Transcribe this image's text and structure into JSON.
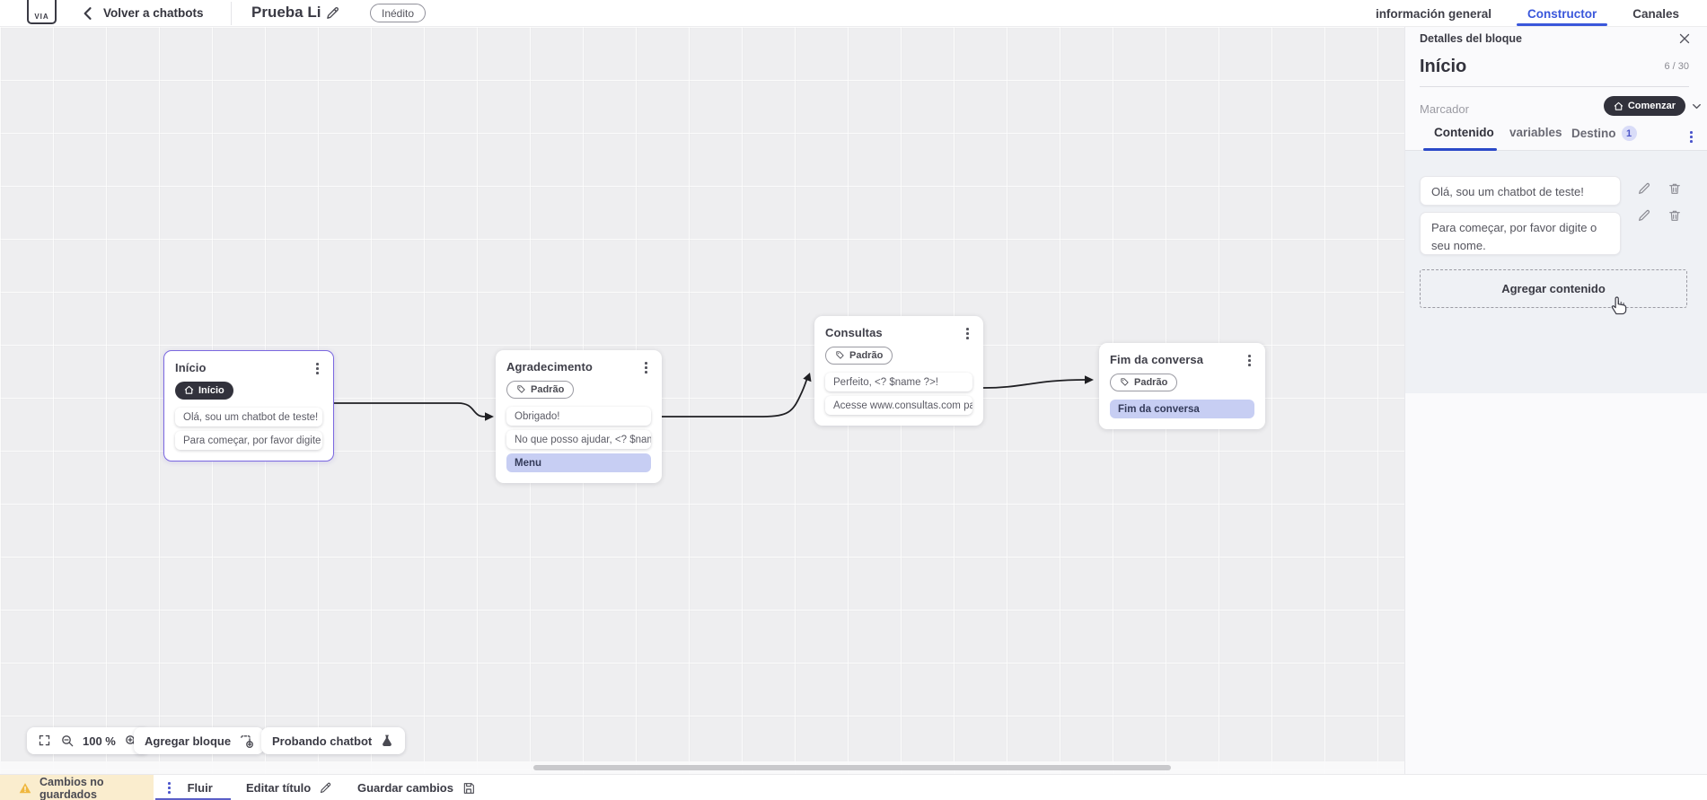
{
  "topbar": {
    "back_label": "Volver a chatbots",
    "bot_title": "Prueba Li",
    "status_badge": "Inédito",
    "tabs": [
      {
        "label": "información general",
        "active": false
      },
      {
        "label": "Constructor",
        "active": true
      },
      {
        "label": "Canales",
        "active": false
      }
    ]
  },
  "panel": {
    "header_title": "Detalles del bloque",
    "block_name": "Início",
    "name_counter": "6 / 30",
    "marker_label": "Marcador",
    "marker_value": "Comenzar",
    "tabs": {
      "contenido": "Contenido",
      "variables": "variables",
      "destino": "Destino",
      "destino_badge": "1"
    },
    "content_items": [
      {
        "text": "Olá, sou um chatbot de teste!"
      },
      {
        "text": "Para começar, por favor digite o seu nome."
      }
    ],
    "add_content_label": "Agregar contenido"
  },
  "canvas": {
    "nodes": [
      {
        "title": "Início",
        "badge": "Início",
        "selected": true,
        "rows": [
          {
            "text": "Olá, sou um chatbot de teste!"
          },
          {
            "text": "Para começar, por favor digite o ..."
          }
        ]
      },
      {
        "title": "Agradecimento",
        "badge": "Padrão",
        "selected": false,
        "rows": [
          {
            "text": "Obrigado!"
          },
          {
            "text": "No que posso ajudar, <? $name ..."
          },
          {
            "text": "Menu"
          }
        ]
      },
      {
        "title": "Consultas",
        "badge": "Padrão",
        "selected": false,
        "rows": [
          {
            "text": "Perfeito, <? $name ?>!"
          },
          {
            "text": "Acesse www.consultas.com par..."
          }
        ]
      },
      {
        "title": "Fim da conversa",
        "badge": "Padrão",
        "selected": false,
        "rows": [
          {
            "text": "Fim da conversa"
          }
        ]
      }
    ]
  },
  "toolbar": {
    "zoom_level": "100 %",
    "add_block_label": "Agregar bloque",
    "test_label": "Probando chatbot"
  },
  "statusbar": {
    "unsaved_label": "Cambios no guardados",
    "flow_tab_label": "Fluir",
    "edit_title_label": "Editar título",
    "save_label": "Guardar cambios"
  },
  "colors": {
    "accent_blue": "#3A57DB",
    "accent_purple": "#5B5FC7",
    "panel_tab_underline": "#2B49C8",
    "dark_pill": "#32323C",
    "selected_node_border": "#7B68E0",
    "action_row_bg": "#C7CEF3",
    "warning_bg": "#FAEDCE",
    "warning_icon": "#EFB73E",
    "canvas_bg": "#EEEEF0"
  }
}
